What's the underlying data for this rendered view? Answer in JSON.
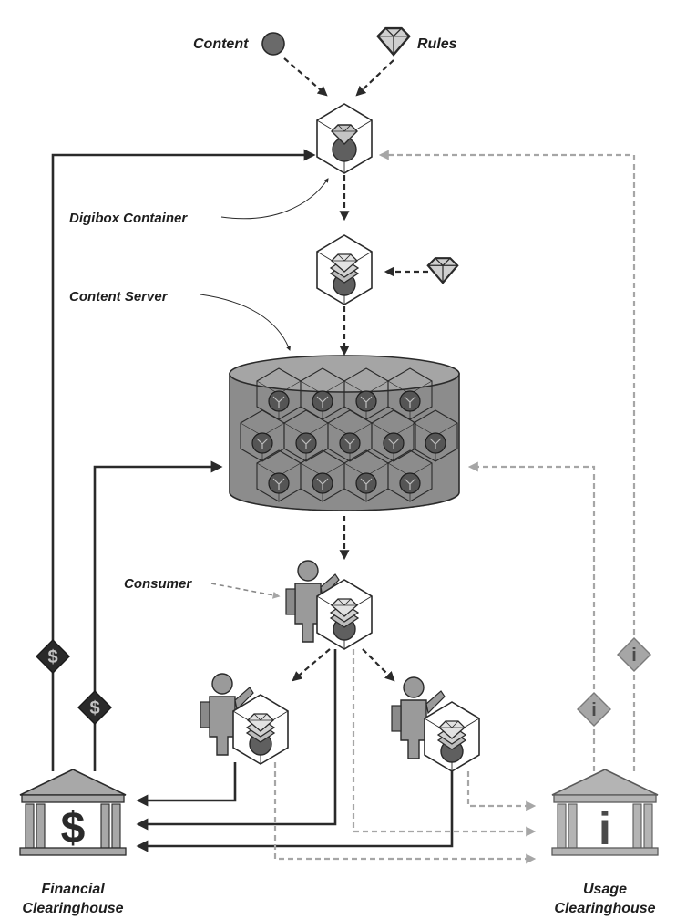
{
  "labels": {
    "content": "Content",
    "rules": "Rules",
    "digibox_container": "Digibox Container",
    "content_server": "Content Server",
    "consumer": "Consumer",
    "financial_clearinghouse_line1": "Financial",
    "financial_clearinghouse_line2": "Clearinghouse",
    "usage_clearinghouse_line1": "Usage",
    "usage_clearinghouse_line2": "Clearinghouse"
  },
  "symbols": {
    "dollar": "$",
    "info": "i"
  },
  "icons": [
    "content-sphere-icon",
    "rules-gem-icon",
    "digibox-icon",
    "server-cylinder-icon",
    "person-icon",
    "bank-icon",
    "dollar-diamond-icon",
    "info-diamond-icon"
  ],
  "colors": {
    "ink": "#2a2a2a",
    "sphere": "#5f5f5f",
    "gem_light": "#d0d0d0",
    "gem_mid": "#a8a8a8",
    "cylinder": "#8c8c8c",
    "person": "#9a9a9a",
    "usage_arrow": "#a6a6a6"
  }
}
